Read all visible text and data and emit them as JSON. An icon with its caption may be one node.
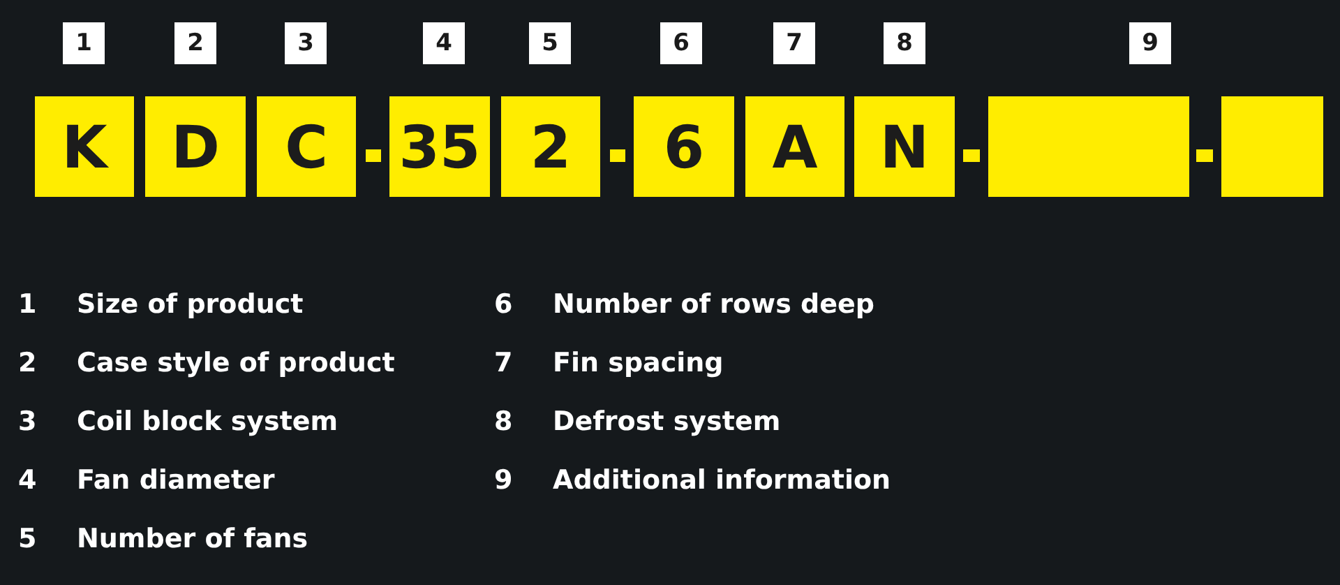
{
  "diagram": {
    "nodes": [
      {
        "text": [
          "1"
        ]
      },
      {
        "text": [
          "2"
        ]
      },
      {
        "text": [
          "3"
        ]
      },
      {
        "text": [
          "4"
        ]
      },
      {
        "text": [
          "5"
        ]
      },
      {
        "text": [
          "6"
        ]
      },
      {
        "text": [
          "7"
        ]
      },
      {
        "text": [
          "8"
        ]
      },
      {
        "text": [
          "9"
        ]
      },
      {
        "text": [
          "K"
        ]
      },
      {
        "text": [
          "D"
        ]
      },
      {
        "text": [
          "C"
        ]
      },
      {
        "text": [
          "35"
        ]
      },
      {
        "text": [
          "2"
        ]
      },
      {
        "text": [
          "6"
        ]
      },
      {
        "text": [
          "A"
        ]
      },
      {
        "text": [
          "N"
        ]
      },
      {
        "text": [],
        "shape": "box"
      },
      {
        "text": [],
        "shape": "box"
      }
    ],
    "labels": [
      "1",
      "Size of product",
      "2",
      "Case style of product",
      "3",
      "Coil block system",
      "4",
      "Fan diameter",
      "5",
      "Number of fans",
      "6",
      "Number of rows deep",
      "7",
      "Fin spacing",
      "8",
      "Defrost system",
      "9",
      "Additional information"
    ]
  }
}
